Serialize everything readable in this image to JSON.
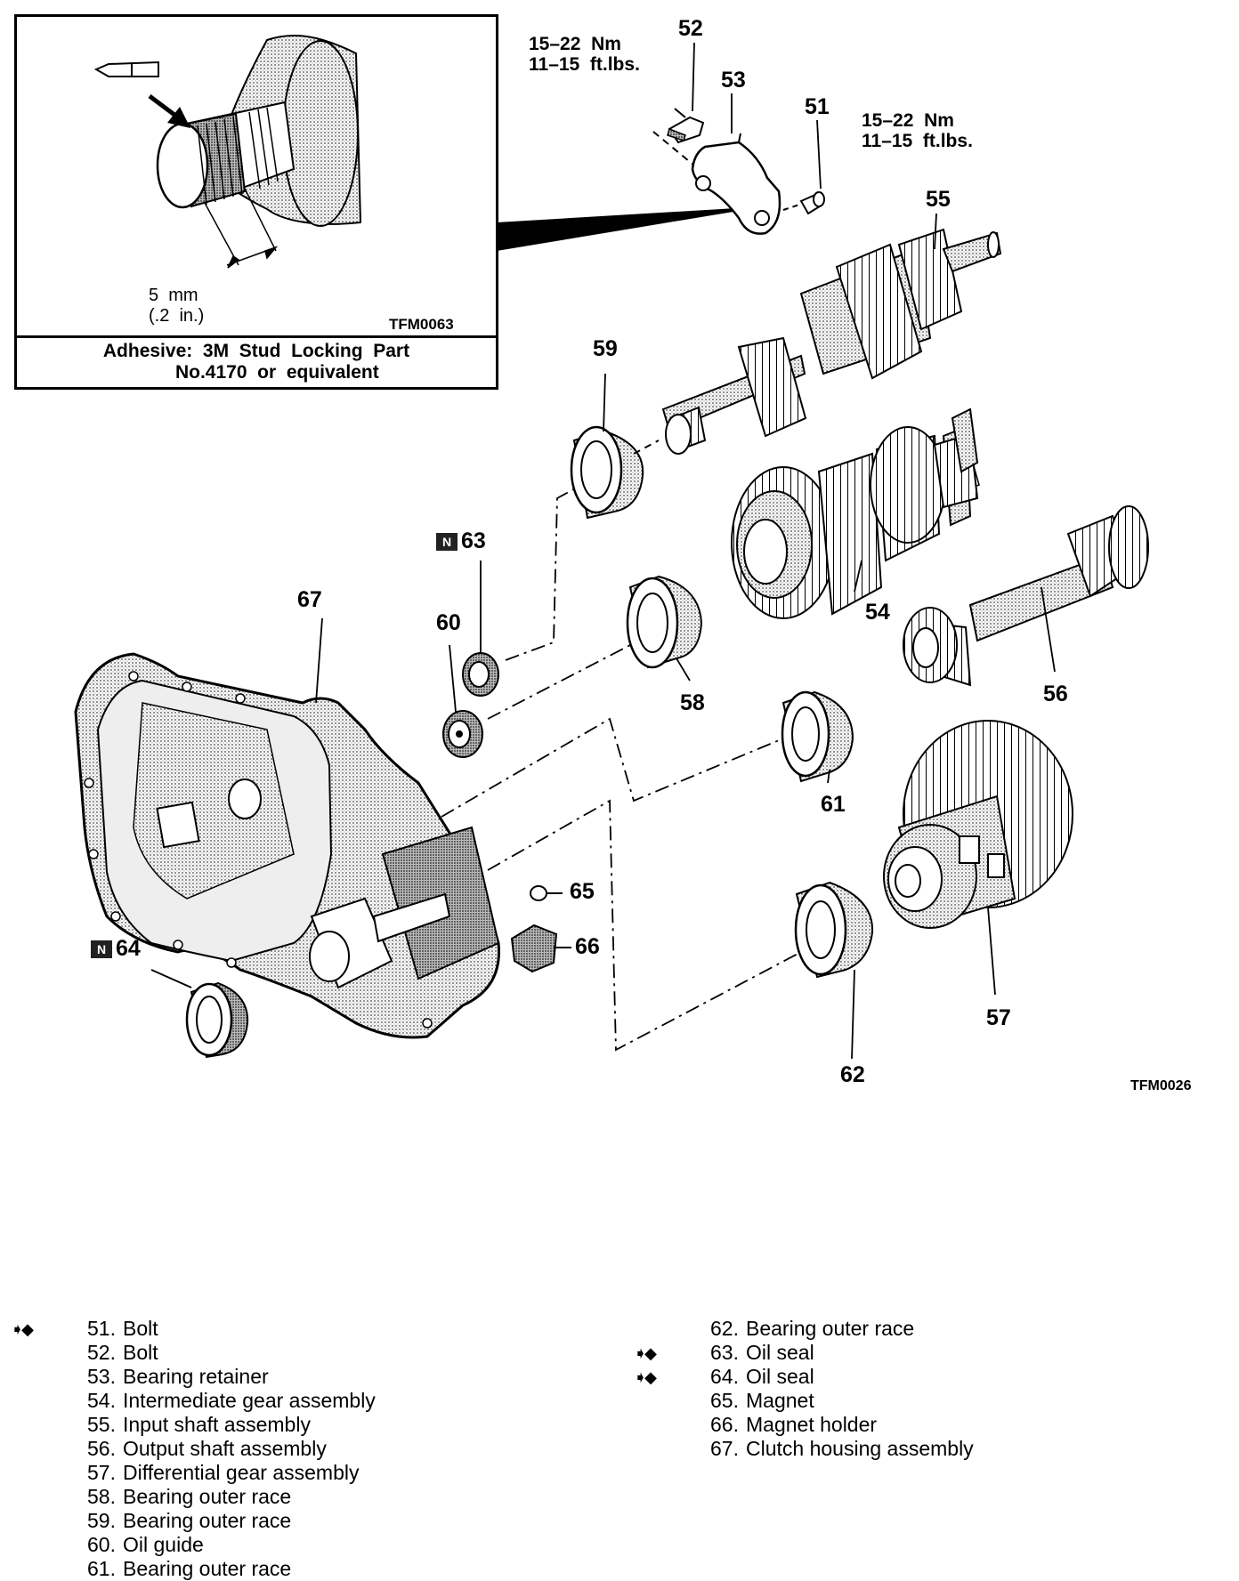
{
  "inset": {
    "dimension": "5  mm\n(.2  in.)",
    "code": "TFM0063",
    "adhesive": "Adhesive:  3M  Stud  Locking  Part\n        No.4170  or  equivalent"
  },
  "torque_top": "15–22  Nm\n11–15  ft.lbs.",
  "torque_right": "15–22  Nm\n11–15  ft.lbs.",
  "figure_code": "TFM0026",
  "callouts": {
    "c51": "51",
    "c52": "52",
    "c53": "53",
    "c54": "54",
    "c55": "55",
    "c56": "56",
    "c57": "57",
    "c58": "58",
    "c59": "59",
    "c60": "60",
    "c61": "61",
    "c62": "62",
    "c63": "63",
    "c64": "64",
    "c65": "65",
    "c66": "66",
    "c67": "67"
  },
  "new_part_mark": "N",
  "replace_mark": "➧◆",
  "legend_left": [
    {
      "num": "51.",
      "text": "Bolt",
      "marked": true
    },
    {
      "num": "52.",
      "text": "Bolt",
      "marked": false
    },
    {
      "num": "53.",
      "text": "Bearing retainer",
      "marked": false
    },
    {
      "num": "54.",
      "text": "Intermediate gear assembly",
      "marked": false
    },
    {
      "num": "55.",
      "text": "Input shaft assembly",
      "marked": false
    },
    {
      "num": "56.",
      "text": "Output shaft assembly",
      "marked": false
    },
    {
      "num": "57.",
      "text": "Differential gear assembly",
      "marked": false
    },
    {
      "num": "58.",
      "text": "Bearing outer race",
      "marked": false
    },
    {
      "num": "59.",
      "text": "Bearing outer race",
      "marked": false
    },
    {
      "num": "60.",
      "text": "Oil guide",
      "marked": false
    },
    {
      "num": "61.",
      "text": "Bearing outer race",
      "marked": false
    }
  ],
  "legend_right": [
    {
      "num": "62.",
      "text": "Bearing outer race",
      "marked": false
    },
    {
      "num": "63.",
      "text": "Oil seal",
      "marked": true
    },
    {
      "num": "64.",
      "text": "Oil seal",
      "marked": true
    },
    {
      "num": "65.",
      "text": "Magnet",
      "marked": false
    },
    {
      "num": "66.",
      "text": "Magnet holder",
      "marked": false
    },
    {
      "num": "67.",
      "text": "Clutch housing assembly",
      "marked": false
    }
  ]
}
